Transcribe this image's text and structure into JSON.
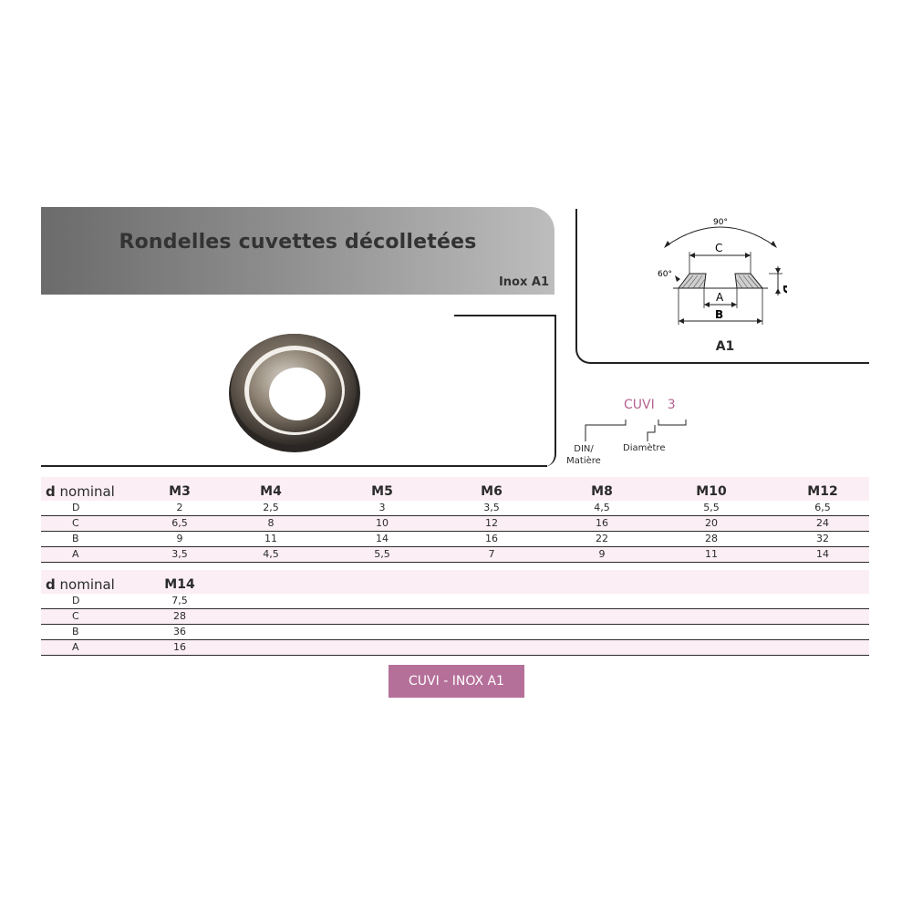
{
  "banner": {
    "title": "Rondelles cuvettes décolletées",
    "subtitle": "Inox A1"
  },
  "diagram": {
    "caption": "A1",
    "angle_top": "90°",
    "angle_side": "60°",
    "label_c": "C",
    "label_d": "D",
    "label_a": "A",
    "label_b": "B"
  },
  "code": {
    "part1": "CUVI",
    "part2": "3",
    "label_din": "DIN/ Matière",
    "label_diam": "Diamètre"
  },
  "table1": {
    "header_bold": "d",
    "header_text": " nominal",
    "columns": [
      "M3",
      "M4",
      "M5",
      "M6",
      "M8",
      "M10",
      "M12"
    ],
    "rows": [
      {
        "label": "D",
        "values": [
          "2",
          "2,5",
          "3",
          "3,5",
          "4,5",
          "5,5",
          "6,5"
        ]
      },
      {
        "label": "C",
        "values": [
          "6,5",
          "8",
          "10",
          "12",
          "16",
          "20",
          "24"
        ]
      },
      {
        "label": "B",
        "values": [
          "9",
          "11",
          "14",
          "16",
          "22",
          "28",
          "32"
        ]
      },
      {
        "label": "A",
        "values": [
          "3,5",
          "4,5",
          "5,5",
          "7",
          "9",
          "11",
          "14"
        ]
      }
    ]
  },
  "table2": {
    "header_bold": "d",
    "header_text": " nominal",
    "columns": [
      "M14"
    ],
    "rows": [
      {
        "label": "D",
        "values": [
          "7,5"
        ]
      },
      {
        "label": "C",
        "values": [
          "28"
        ]
      },
      {
        "label": "B",
        "values": [
          "36"
        ]
      },
      {
        "label": "A",
        "values": [
          "16"
        ]
      }
    ]
  },
  "badge": {
    "label": "CUVI - INOX A1"
  },
  "colors": {
    "accent": "#b5709a",
    "code_text": "#b5628f",
    "row_tint": "#fbeef4"
  }
}
